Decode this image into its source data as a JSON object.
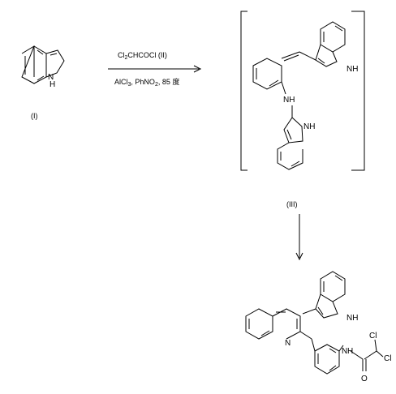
{
  "compounds": {
    "indole": {
      "label": "(I)",
      "nh": "H",
      "n": "N"
    },
    "intermediate": {
      "label": "(III)",
      "indole_top_nh": "NH",
      "bridge_nh": "NH",
      "indole_bottom_nh": "NH"
    },
    "product": {
      "indole_nh": "NH",
      "quinoline_n": "N",
      "amide_nh": "N",
      "amide_h": "H",
      "cl1": "Cl",
      "cl2": "Cl",
      "o": "O"
    }
  },
  "reaction_arrow": {
    "reagent_above": {
      "a": "Cl",
      "sub": "2",
      "b": "CHCOCl  (II)"
    },
    "conditions_below": {
      "a": "AlCl",
      "sub1": "3",
      "b": ", PhNO",
      "sub2": "2",
      "c": ", 85 "
    },
    "temp_unit": "度"
  }
}
